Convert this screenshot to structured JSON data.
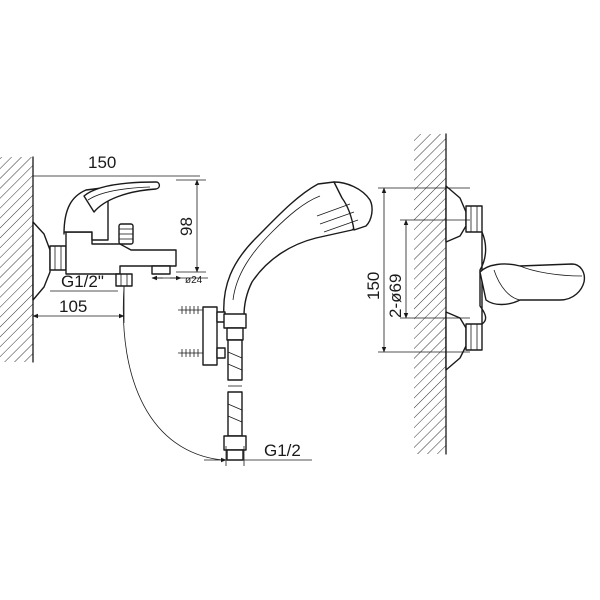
{
  "dimensions": {
    "mixer_width": "150",
    "mixer_height": "98",
    "inlet_thread": "G1/2\"",
    "outlet_diameter": "ø24",
    "wall_to_outlet": "105",
    "hose_thread": "G1/2",
    "side_height": "150",
    "escutcheon_diameter": "2-ø69"
  }
}
